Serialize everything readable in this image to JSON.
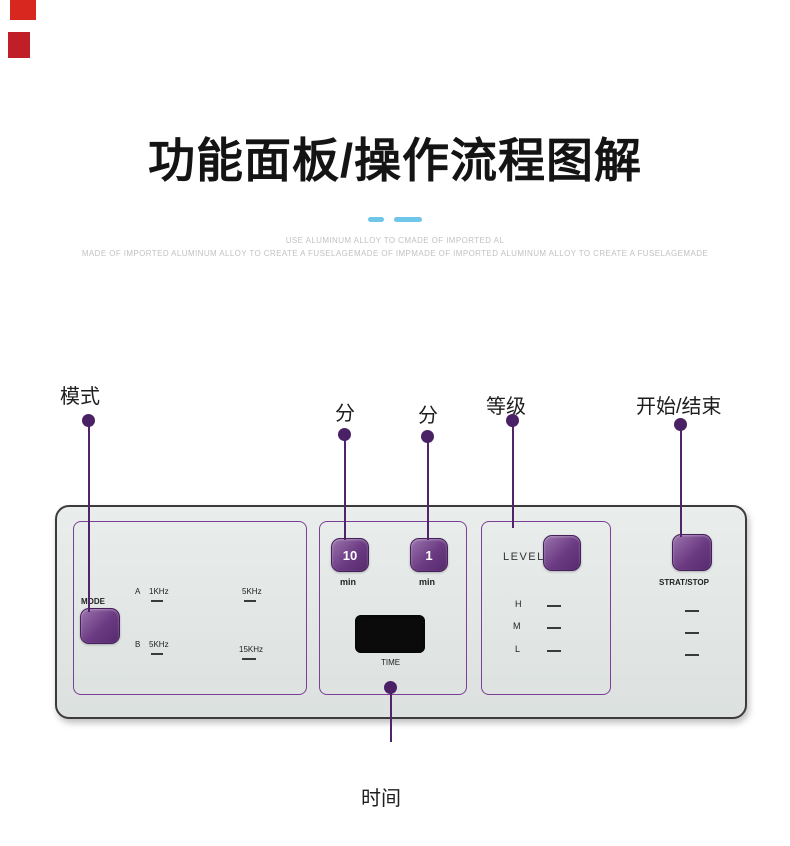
{
  "header": {
    "title": "功能面板/操作流程图解",
    "tagline_line1": "USE ALUMINUM ALLOY TO CMADE OF IMPORTED AL",
    "tagline_line2": "MADE OF IMPORTED ALUMINUM ALLOY TO CREATE A FUSELAGEMADE OF IMPMADE OF IMPORTED ALUMINUM ALLOY TO CREATE A FUSELAGEMADE"
  },
  "callouts": {
    "mode": "模式",
    "minute_left": "分",
    "minute_right": "分",
    "level": "等级",
    "start_stop": "开始/结束",
    "time": "时间"
  },
  "panel": {
    "mode_section": {
      "mode_button_label": "MODE",
      "row_a": {
        "label": "A",
        "freq1": "1KHz",
        "freq2": "5KHz"
      },
      "row_b": {
        "label": "B",
        "freq1": "5KHz",
        "freq2": "15KHz"
      }
    },
    "time_section": {
      "button_left": "10",
      "button_left_unit": "min",
      "button_right": "1",
      "button_right_unit": "min",
      "display_label": "TIME"
    },
    "level_section": {
      "title": "LEVEL",
      "rows": [
        "H",
        "M",
        "L"
      ]
    },
    "start_section": {
      "label": "STRAT/STOP"
    }
  },
  "colors": {
    "accent_purple": "#4f2468",
    "button_purple": "#6b3a82",
    "divider_blue": "#6ec6e8",
    "panel_background": "#e2e6e4",
    "decoration_red": "#d8271f"
  }
}
